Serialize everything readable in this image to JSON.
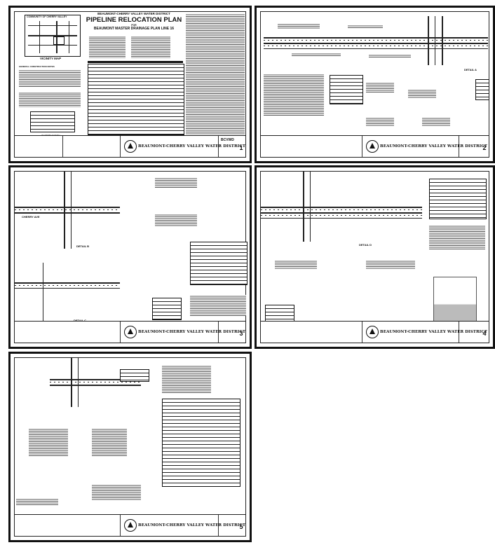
{
  "sheet1": {
    "heading_org": "BEAUMONT-CHERRY VALLEY WATER DISTRICT",
    "heading_title": "PIPELINE RELOCATION PLAN",
    "heading_for": "FOR",
    "heading_project": "BEAUMONT MASTER DRAINAGE PLAN LINE 16",
    "map_heading": "COMMUNITY OF CHERRY VALLEY",
    "vicinity_label": "VICINITY MAP",
    "general_notes_label": "GENERAL CONSTRUCTION NOTES",
    "sheet_index_label": "SHEET INDEX",
    "sheet_number": "1"
  },
  "sheet2": {
    "detail_label": "DETAIL A",
    "sheet_number": "2"
  },
  "sheet3": {
    "street_label": "CHERRY AVE",
    "detail_b": "DETAIL B",
    "detail_c": "DETAIL C",
    "sheet_number": "3"
  },
  "sheet4": {
    "detail_label": "DETAIL D",
    "sheet_number": "4"
  },
  "sheet5": {
    "sheet_number": "5"
  },
  "title_block": {
    "org": "BEAUMONT-CHERRY VALLEY WATER DISTRICT",
    "code": "BCVWD"
  }
}
